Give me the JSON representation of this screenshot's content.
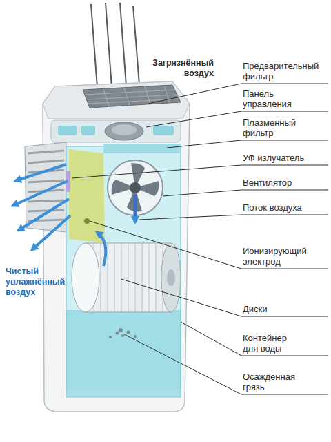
{
  "diagram": {
    "labels": [
      "Загрязнённый воздух",
      "Предварительный фильтр",
      "Панель управления",
      "Плазменный фильтр",
      "УФ излучатель",
      "Вентилятор",
      "Поток воздуха",
      "Ионизирующий электрод",
      "Диски",
      "Контейнер для воды",
      "Осаждённая грязь",
      "Чистый увлажнённый воздух"
    ]
  }
}
